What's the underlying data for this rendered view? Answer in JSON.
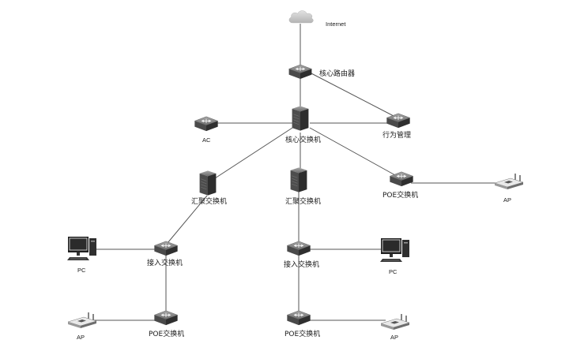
{
  "nodes": {
    "internet": {
      "label": "Internet",
      "icon": "cloud-icon"
    },
    "core_router": {
      "label": "核心路由器",
      "icon": "router-icon"
    },
    "core_switch": {
      "label": "核心交换机",
      "icon": "switch-chassis-icon"
    },
    "ac": {
      "label": "AC",
      "icon": "router-icon"
    },
    "behavior_mgmt": {
      "label": "行为管理",
      "icon": "router-icon"
    },
    "agg_switch_left": {
      "label": "汇聚交换机",
      "icon": "switch-chassis-icon"
    },
    "agg_switch_mid": {
      "label": "汇聚交换机",
      "icon": "switch-chassis-icon"
    },
    "poe_switch_right": {
      "label": "POE交换机",
      "icon": "router-icon"
    },
    "ap_right": {
      "label": "AP",
      "icon": "access-point-icon"
    },
    "access_switch_left": {
      "label": "接入交换机",
      "icon": "router-icon"
    },
    "access_switch_mid": {
      "label": "接入交换机",
      "icon": "router-icon"
    },
    "pc_left": {
      "label": "PC",
      "icon": "pc-icon"
    },
    "pc_right": {
      "label": "PC",
      "icon": "pc-icon"
    },
    "poe_switch_left": {
      "label": "POE交换机",
      "icon": "router-icon"
    },
    "poe_switch_mid": {
      "label": "POE交换机",
      "icon": "router-icon"
    },
    "ap_left": {
      "label": "AP",
      "icon": "access-point-icon"
    },
    "ap_mid": {
      "label": "AP",
      "icon": "access-point-icon"
    }
  },
  "colors": {
    "device_top": "#8e8e8e",
    "device_side": "#3f3f3f",
    "cloud": "#c9c9c9",
    "link": "#555555"
  }
}
